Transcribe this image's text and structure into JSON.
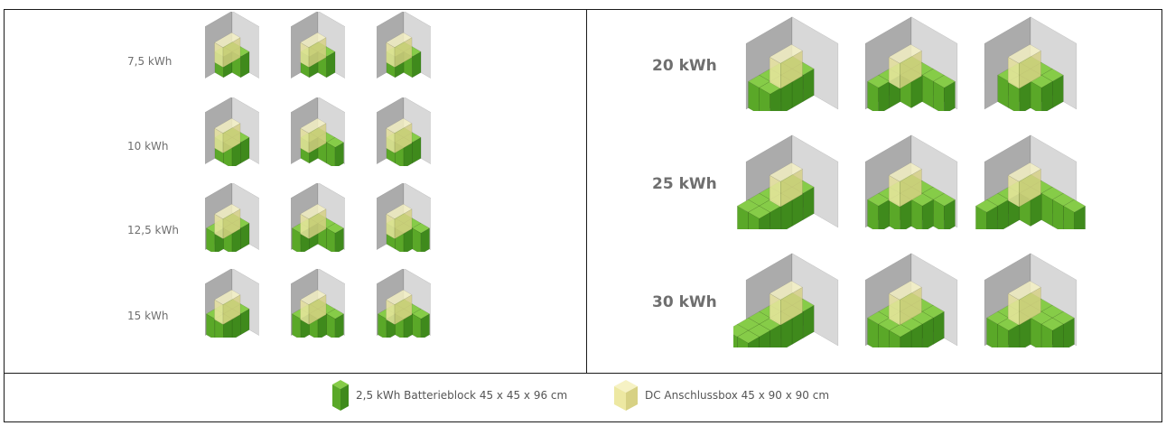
{
  "colors": {
    "battery": "#5aa828",
    "battery_top": "#86cc48",
    "battery_side": "#3f8a1c",
    "box": "#ede8a2",
    "box_side": "#d7d184",
    "wall_left": "#ababab",
    "wall_right": "#d8d8d8",
    "text": "#6f6f6f",
    "border": "#1a1a1a"
  },
  "left_panel": {
    "rows": [
      {
        "label": "7,5 kWh",
        "variants": 3
      },
      {
        "label": "10 kWh",
        "variants": 3
      },
      {
        "label": "12,5 kWh",
        "variants": 3
      },
      {
        "label": "15 kWh",
        "variants": 3
      }
    ]
  },
  "right_panel": {
    "rows": [
      {
        "label": "20 kWh",
        "variants": 3
      },
      {
        "label": "25 kWh",
        "variants": 3
      },
      {
        "label": "30 kWh",
        "variants": 3
      }
    ]
  },
  "legend": {
    "battery_label": "2,5 kWh Batterieblock 45 x 45 x 96 cm",
    "battery_icon": "battery-block-icon",
    "box_label": "DC Anschlussbox 45 x 90 x 90 cm",
    "box_icon": "dc-connection-box-icon"
  }
}
